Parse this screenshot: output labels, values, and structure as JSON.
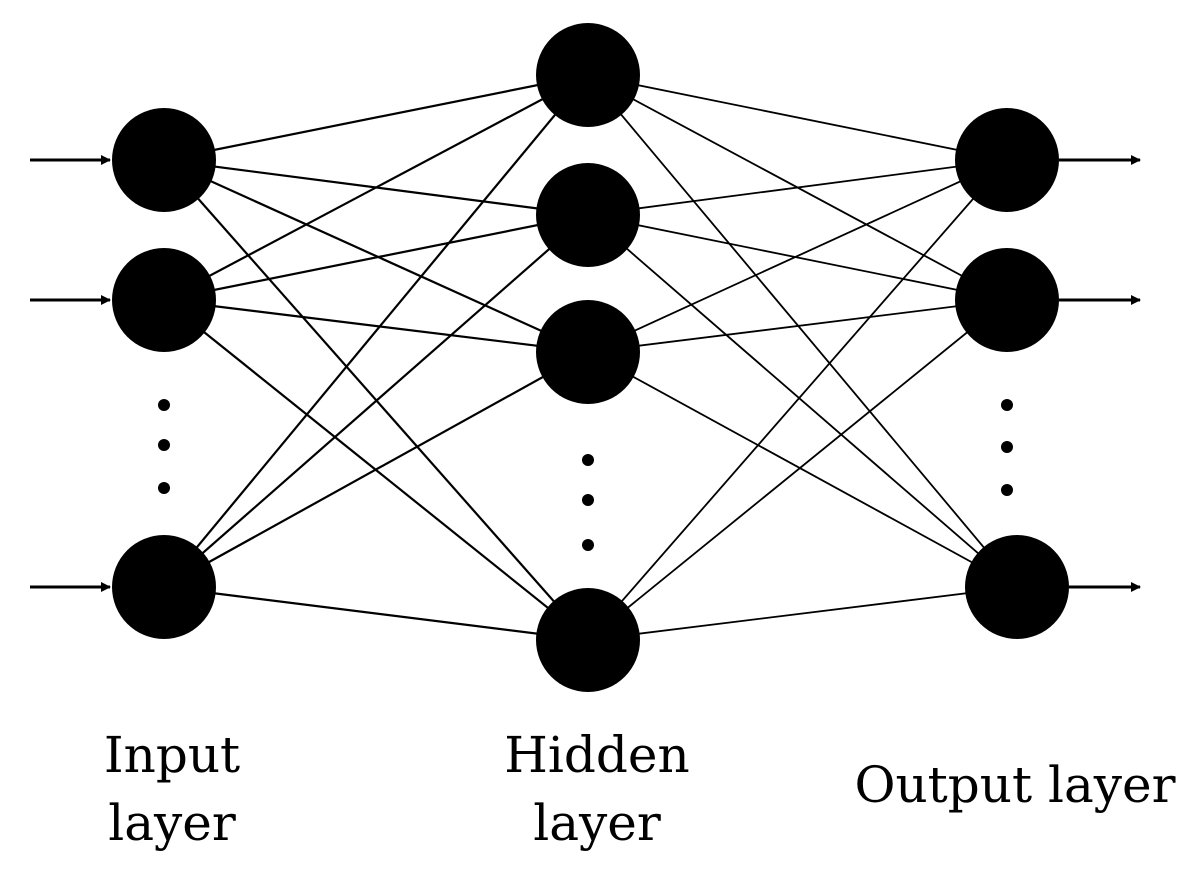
{
  "diagram": {
    "layers": [
      {
        "id": "input",
        "label_lines": [
          "Input",
          "layer"
        ],
        "visible_nodes": 3,
        "has_ellipsis": true
      },
      {
        "id": "hidden",
        "label_lines": [
          "Hidden",
          "layer"
        ],
        "visible_nodes": 4,
        "has_ellipsis": true
      },
      {
        "id": "output",
        "label_lines": [
          "Output layer"
        ],
        "visible_nodes": 3,
        "has_ellipsis": true
      }
    ],
    "input_arrows": 3,
    "output_arrows": 3,
    "connectivity": "fully-connected",
    "colors": {
      "node": "#000000",
      "line": "#000000",
      "background": "#ffffff"
    }
  }
}
